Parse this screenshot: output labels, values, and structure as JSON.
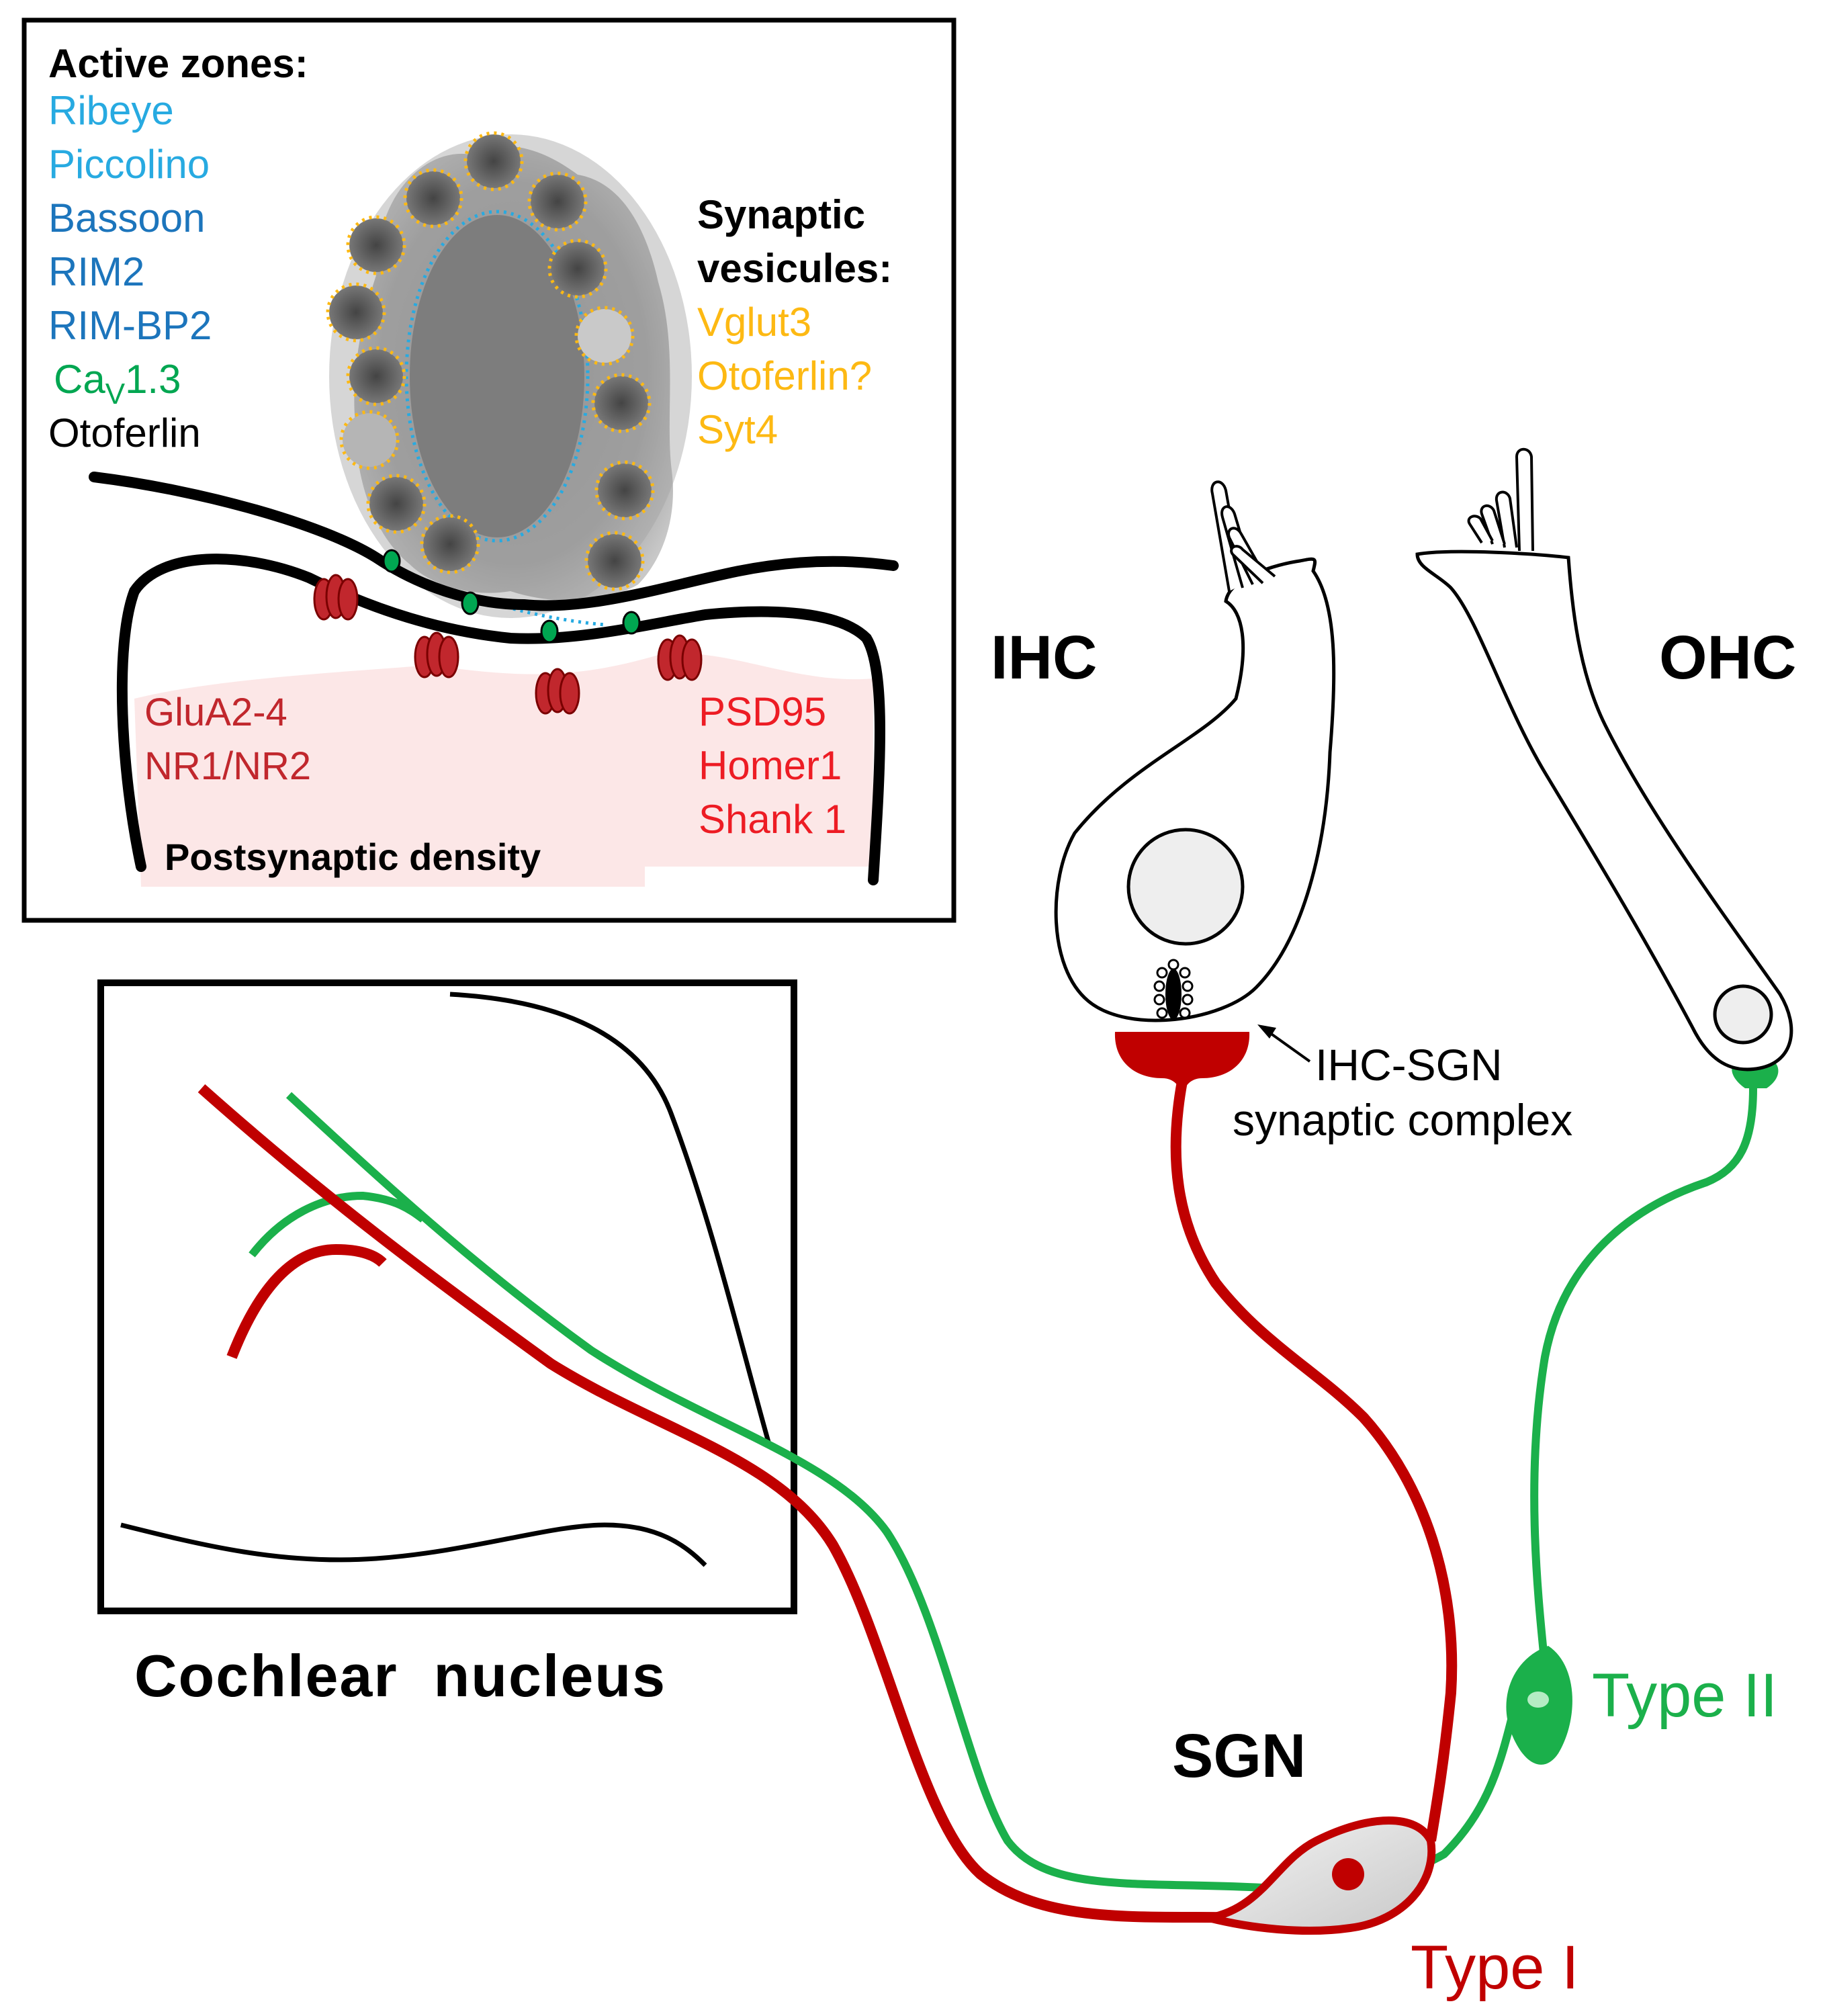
{
  "inset": {
    "active_zones_title": "Active zones:",
    "active_zone_items": [
      {
        "text": "Ribeye",
        "color": "#27AAE1"
      },
      {
        "text": "Piccolino",
        "color": "#27AAE1"
      },
      {
        "text": "Bassoon",
        "color": "#1C75BC"
      },
      {
        "text": "RIM2",
        "color": "#1C75BC"
      },
      {
        "text": "RIM-BP2",
        "color": "#1C75BC"
      },
      {
        "text_main": "Ca",
        "text_sub": "V",
        "text_tail": "1.3",
        "color": "#00A651"
      },
      {
        "text": "Otoferlin",
        "color": "#000000"
      }
    ],
    "vesicle_title_line1": "Synaptic",
    "vesicle_title_line2": "vesicules:",
    "vesicle_items": [
      {
        "text": "Vglut3",
        "color": "#FDB913"
      },
      {
        "text": "Otoferlin?",
        "color": "#FDB913"
      },
      {
        "text": "Syt4",
        "color": "#FDB913"
      }
    ],
    "receptor_items": [
      {
        "text": "GluA2-4",
        "color": "#C1272D"
      },
      {
        "text": "NR1/NR2",
        "color": "#C1272D"
      }
    ],
    "scaffold_items": [
      {
        "text": "PSD95",
        "color": "#ED1C24"
      },
      {
        "text": "Homer1",
        "color": "#ED1C24"
      },
      {
        "text": "Shank 1",
        "color": "#ED1C24"
      }
    ],
    "postsynaptic_label": "Postsynaptic density"
  },
  "labels": {
    "ihc": "IHC",
    "ohc": "OHC",
    "complex_line1": "IHC-SGN",
    "complex_line2": "synaptic complex",
    "cochlear_nucleus": "Cochlear  nucleus",
    "sgn": "SGN",
    "type_i": "Type I",
    "type_ii": "Type II"
  },
  "colors": {
    "type_i_red": "#C00000",
    "type_ii_green": "#1BB04B",
    "psd_pink": "#FCE4E4"
  }
}
